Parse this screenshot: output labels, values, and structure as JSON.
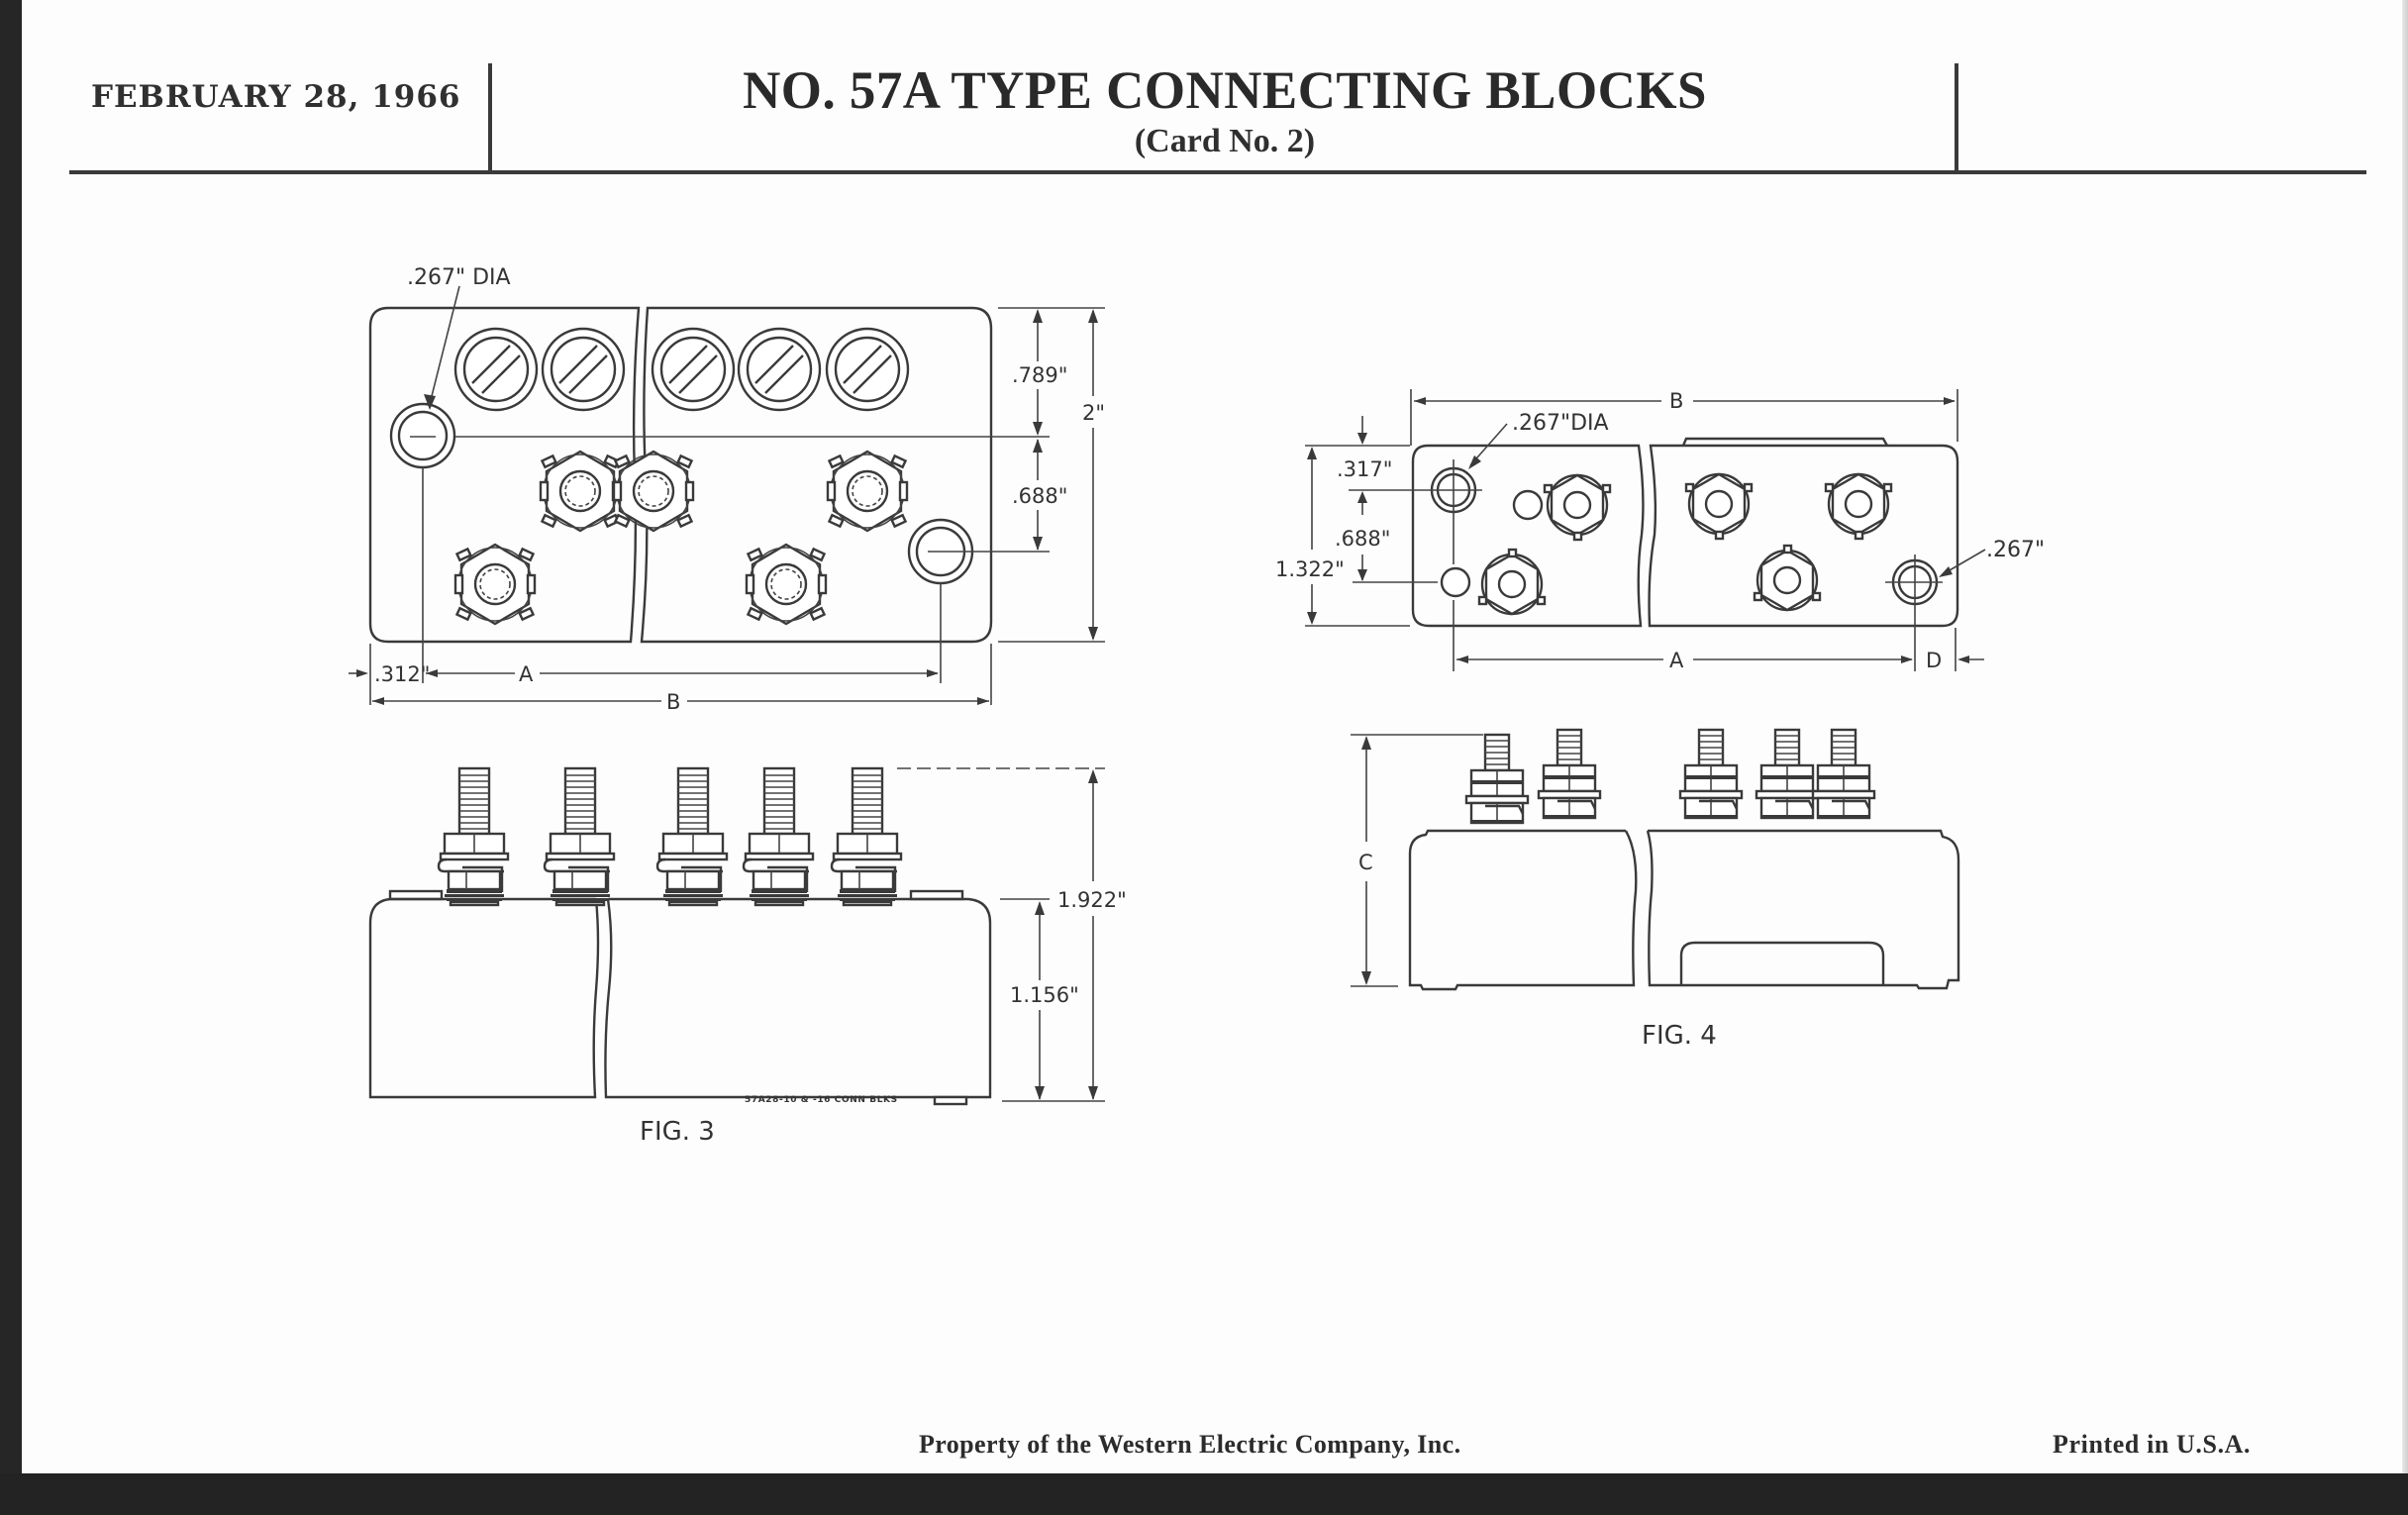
{
  "header": {
    "date": "FEBRUARY 28, 1966",
    "title": "NO. 57A TYPE CONNECTING BLOCKS",
    "subtitle": "(Card No. 2)"
  },
  "figures": [
    {
      "id": "fig3",
      "caption": "FIG. 3",
      "drawing_note": "57A28-10 & -16 CONN BLKS",
      "top_view": {
        "hole_label": ".267\" DIA",
        "dimensions": {
          "upper_offset": ".789\"",
          "lower_offset": ".688\"",
          "overall_height": "2\"",
          "edge_offset": ".312\"",
          "hole_spacing": "A",
          "overall_length": "B"
        },
        "screw_caps": 5,
        "terminals": 5
      },
      "side_view": {
        "dimensions": {
          "overall_height": "1.922\"",
          "body_height": "1.156\""
        },
        "terminals": 5
      }
    },
    {
      "id": "fig4",
      "caption": "FIG. 4",
      "top_view": {
        "hole_label": ".267\"DIA",
        "right_hole_label": ".267\"",
        "dimensions": {
          "top_offset": ".317\"",
          "hole_offset": ".688\"",
          "overall_width": "1.322\"",
          "hole_spacing": "A",
          "overall_length": "B",
          "edge_offset": "D"
        },
        "terminals": 5
      },
      "side_view": {
        "dimensions": {
          "overall_height": "C"
        },
        "terminals": 5
      }
    }
  ],
  "footer": {
    "ownership": "Property of the Western Electric Company, Inc.",
    "printed": "Printed in U.S.A."
  }
}
